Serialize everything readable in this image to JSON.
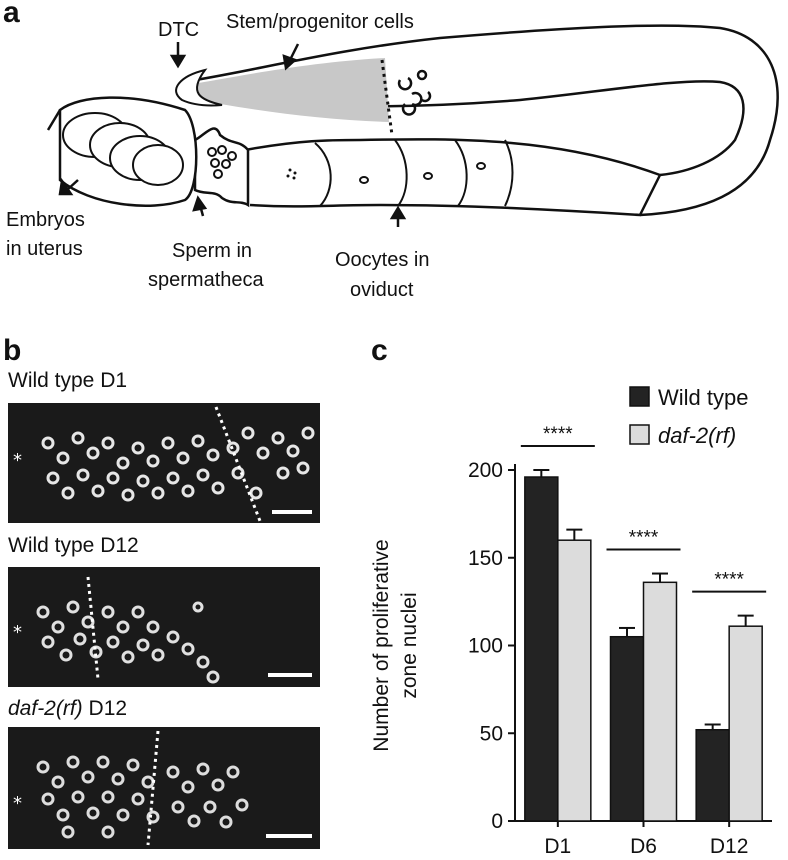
{
  "panel_a": {
    "letter": "a",
    "labels": {
      "dtc": "DTC",
      "stem": "Stem/progenitor cells",
      "embryos_l1": "Embryos",
      "embryos_l2": "in uterus",
      "sperm_l1": "Sperm in",
      "sperm_l2": "spermatheca",
      "oocytes_l1": "Oocytes in",
      "oocytes_l2": "oviduct"
    }
  },
  "panel_b": {
    "letter": "b",
    "images": [
      {
        "title": "Wild type D1",
        "title_italic": "",
        "title_rest": "",
        "star": "*"
      },
      {
        "title": "Wild type D12",
        "title_italic": "",
        "title_rest": "",
        "star": "*"
      },
      {
        "title": "",
        "title_italic": "daf-2(rf)",
        "title_rest": " D12",
        "star": "*"
      }
    ]
  },
  "panel_c": {
    "letter": "c",
    "significance": [
      "****",
      "****",
      "****"
    ]
  },
  "chart_data": {
    "type": "bar",
    "categories": [
      "D1",
      "D6",
      "D12"
    ],
    "series": [
      {
        "name": "Wild type",
        "values": [
          196,
          105,
          52
        ],
        "errors": [
          4,
          5,
          3
        ],
        "color": "#232323"
      },
      {
        "name": "daf-2(rf)",
        "values": [
          160,
          136,
          111
        ],
        "errors": [
          6,
          5,
          6
        ],
        "color": "#dcdcdc"
      }
    ],
    "ylabel_l1": "Number of proliferative",
    "ylabel_l2": "zone nuclei",
    "xlabel": "",
    "ylim": [
      0,
      200
    ],
    "yticks": [
      0,
      50,
      100,
      150,
      200
    ],
    "legend": "top-right",
    "grid": false
  }
}
